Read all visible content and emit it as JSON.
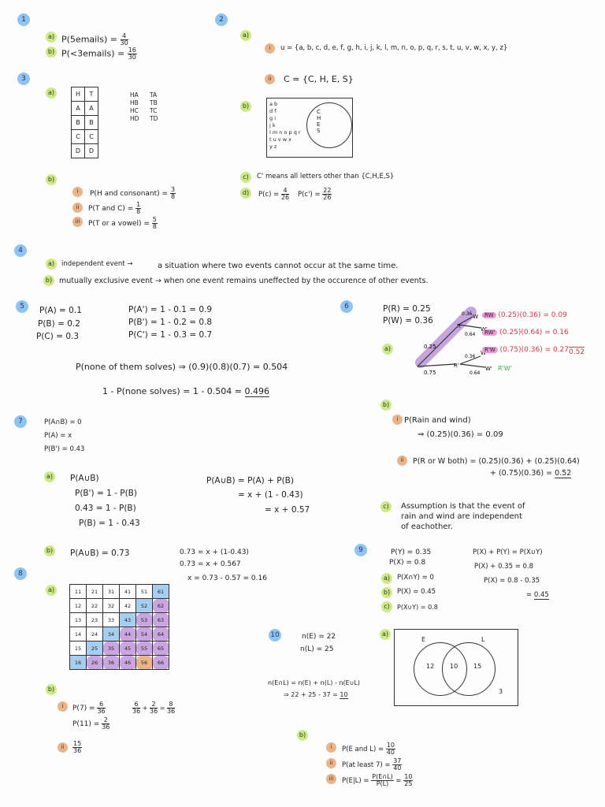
{
  "q1": {
    "num": "1",
    "a_label": "a)",
    "a_text": "P(5emails) =",
    "a_num": "4",
    "a_den": "30",
    "b_label": "b)",
    "b_text": "P(<3emails) =",
    "b_num": "16",
    "b_den": "30"
  },
  "q2": {
    "num": "2",
    "a_label": "a)",
    "i_label": "i",
    "u_set": "u = {a, b, c, d, e, f, g, h, i, j, k, l, m, n, o, p, q, r, s, t, u, v, w, x, y, z}",
    "ii_label": "ii",
    "c_set": "C = {C, H, E, S}",
    "b_label": "b)",
    "venn_outside": [
      "a b",
      "d f",
      "g i",
      "j k",
      "l m n o p q r",
      "t u v w x",
      "y z"
    ],
    "venn_inside": [
      "C",
      "H",
      "E",
      "S"
    ],
    "c_label": "c)",
    "c_text": "C' means all letters other than {C,H,E,S}",
    "d_label": "d)",
    "d_text1": "P(c) =",
    "d_num1": "4",
    "d_den1": "26",
    "d_text2": "P(c') =",
    "d_num2": "22",
    "d_den2": "26"
  },
  "q3": {
    "num": "3",
    "a_label": "a)",
    "table": [
      [
        "H",
        "T"
      ],
      [
        "A",
        "A"
      ],
      [
        "B",
        "B"
      ],
      [
        "C",
        "C"
      ],
      [
        "D",
        "D"
      ]
    ],
    "outcomes": [
      [
        "HA",
        "TA"
      ],
      [
        "HB",
        "TB"
      ],
      [
        "HC",
        "TC"
      ],
      [
        "HD",
        "TD"
      ]
    ],
    "b_label": "b)",
    "i_label": "i",
    "i_text": "P(H and consonant) =",
    "i_num": "3",
    "i_den": "8",
    "ii_label": "ii",
    "ii_text": "P(T and C) =",
    "ii_num": "1",
    "ii_den": "8",
    "iii_label": "iii",
    "iii_text": "P(T or a vowel) =",
    "iii_num": "5",
    "iii_den": "8"
  },
  "q4": {
    "num": "4",
    "a_label": "a)",
    "a_term": "independent event →",
    "a_def": "a situation where two events cannot occur at the same time.",
    "b_label": "b)",
    "b_line": "mutually exclusive event → when one event remains uneffected by the occurence of other events."
  },
  "q5": {
    "num": "5",
    "pa": "P(A) = 0.1",
    "pb": "P(B) = 0.2",
    "pc": "P(C) = 0.3",
    "pa_c": "P(A') = 1 - 0.1 = 0.9",
    "pb_c": "P(B') = 1 - 0.2 = 0.8",
    "pc_c": "P(C') = 1 - 0.3 = 0.7",
    "none": "P(none of them solves) ⇒ (0.9)(0.8)(0.7) = 0.504",
    "result_pre": "1 - P(none solves) = 1 - 0.504 =",
    "result_val": "0.496"
  },
  "q6": {
    "num": "6",
    "pr": "P(R) = 0.25",
    "pw": "P(W) = 0.36",
    "a_label": "a)",
    "tree_labels": {
      "r_branch": "0.25",
      "r": "R",
      "rc_branch": "0.75",
      "rc": "R'",
      "w1": "0.36",
      "w": "W",
      "wc1": "0.64",
      "wc": "W'",
      "w2": "0.36",
      "wc2": "0.64",
      "w2n": "W",
      "wc2n": "W'"
    },
    "outcomes": [
      {
        "tag": "RW",
        "calc": "(0.25)(0.36) = 0.09"
      },
      {
        "tag": "RW'",
        "calc": "(0.25)(0.64) = 0.16"
      },
      {
        "tag": "R'W",
        "calc": "(0.75)(0.36) = 0.27"
      }
    ],
    "sum_val": "0.52",
    "rw_c": "R'W'",
    "b_label": "b)",
    "i_label": "i",
    "i_text": "P(Rain and wind)",
    "i_calc": "⇒ (0.25)(0.36) = 0.09",
    "ii_label": "ii",
    "ii_text": "P(R or W both) = (0.25)(0.36) + (0.25)(0.64)",
    "ii_calc": "+ (0.75)(0.36) =",
    "ii_val": "0.52",
    "c_label": "c)",
    "c_text1": "Assumption is that the event of",
    "c_text2": "rain and wind are independent",
    "c_text3": "of eachother."
  },
  "q7": {
    "num": "7",
    "pab": "P(A∩B) = 0",
    "pa": "P(A) = x",
    "pbc": "P(B') = 0.43",
    "a_label": "a)",
    "l1": "P(A∪B)",
    "l2": "P(B') = 1 - P(B)",
    "l3": "0.43 = 1 - P(B)",
    "l4": "P(B) = 1 - 0.43",
    "r1": "P(A∪B) = P(A) + P(B)",
    "r2": "= x + (1 - 0.43)",
    "r3": "= x + 0.57",
    "b_label": "b)",
    "b1": "P(A∪B) = 0.73",
    "s1": "0.73 = x + (1-0.43)",
    "s2": "0.73 = x + 0.567",
    "s3": "x = 0.73 - 0.57 = 0.16"
  },
  "q8": {
    "num": "8",
    "a_label": "a)",
    "grid": [
      [
        "11",
        "21",
        "31",
        "41",
        "51",
        "61"
      ],
      [
        "12",
        "22",
        "32",
        "42",
        "52",
        "62"
      ],
      [
        "13",
        "23",
        "33",
        "43",
        "53",
        "63"
      ],
      [
        "14",
        "24",
        "34",
        "44",
        "54",
        "64"
      ],
      [
        "15",
        "25",
        "35",
        "45",
        "55",
        "65"
      ],
      [
        "16",
        "26",
        "36",
        "46",
        "56",
        "66"
      ]
    ],
    "b_label": "b)",
    "i_label": "i",
    "p7_text": "P(7) =",
    "p7_num": "6",
    "p7_den": "36",
    "sum_txt": "+",
    "sum_n1": "6",
    "sum_d1": "36",
    "sum_n2": "2",
    "sum_d2": "36",
    "sum_eq": "=",
    "sum_n3": "8",
    "sum_d3": "36",
    "p11_text": "P(11) =",
    "p11_num": "2",
    "p11_den": "36",
    "ii_label": "ii",
    "ii_num": "15",
    "ii_den": "36"
  },
  "q9": {
    "num": "9",
    "py": "P(Y) = 0.35",
    "px": "P(X) = 0.8",
    "r1": "P(X) + P(Y) = P(X∪Y)",
    "r2": "P(X) + 0.35 = 0.8",
    "r3": "P(X) = 0.8 - 0.35",
    "r4_pre": "=",
    "r4_val": "0.45",
    "a_label": "a)",
    "a_text": "P(X∩Y) = 0",
    "b_label": "b)",
    "b_text": "P(X) = 0.45",
    "c_label": "c)",
    "c_text": "P(X∪Y) = 0.8"
  },
  "q10": {
    "num": "10",
    "ne": "n(E) = 22",
    "nl": "n(L) = 25",
    "f1": "n(E∩L) = n(E) + n(L) - n(E∪L)",
    "f2": "⇒ 22 + 25 - 37 =",
    "f2_val": "10",
    "a_label": "a)",
    "venn_e": "E",
    "venn_l": "L",
    "venn_only_e": "12",
    "venn_both": "10",
    "venn_only_l": "15",
    "venn_out": "3",
    "b_label": "b)",
    "i_label": "i",
    "i_text": "P(E and L) =",
    "i_num": "10",
    "i_den": "40",
    "ii_label": "ii",
    "ii_text": "P(at least 7) =",
    "ii_num": "37",
    "ii_den": "40",
    "iii_label": "iii",
    "iii_text": "P(E|L) =",
    "iii_num": "P(E∩L)",
    "iii_den": "P(L)",
    "iii_eq": "=",
    "iii_num2": "10",
    "iii_den2": "25"
  },
  "colors": {
    "question_badge": "#8ec3f2",
    "part_badge": "#cde98a",
    "sub_badge": "#e9b48a",
    "dice_blue": "#a6cef0",
    "dice_purple": "#c9a6e0",
    "tree_highlight": "#b58fd6",
    "tree_result": "#d2364c",
    "tree_tag": "#ea9ad6"
  }
}
